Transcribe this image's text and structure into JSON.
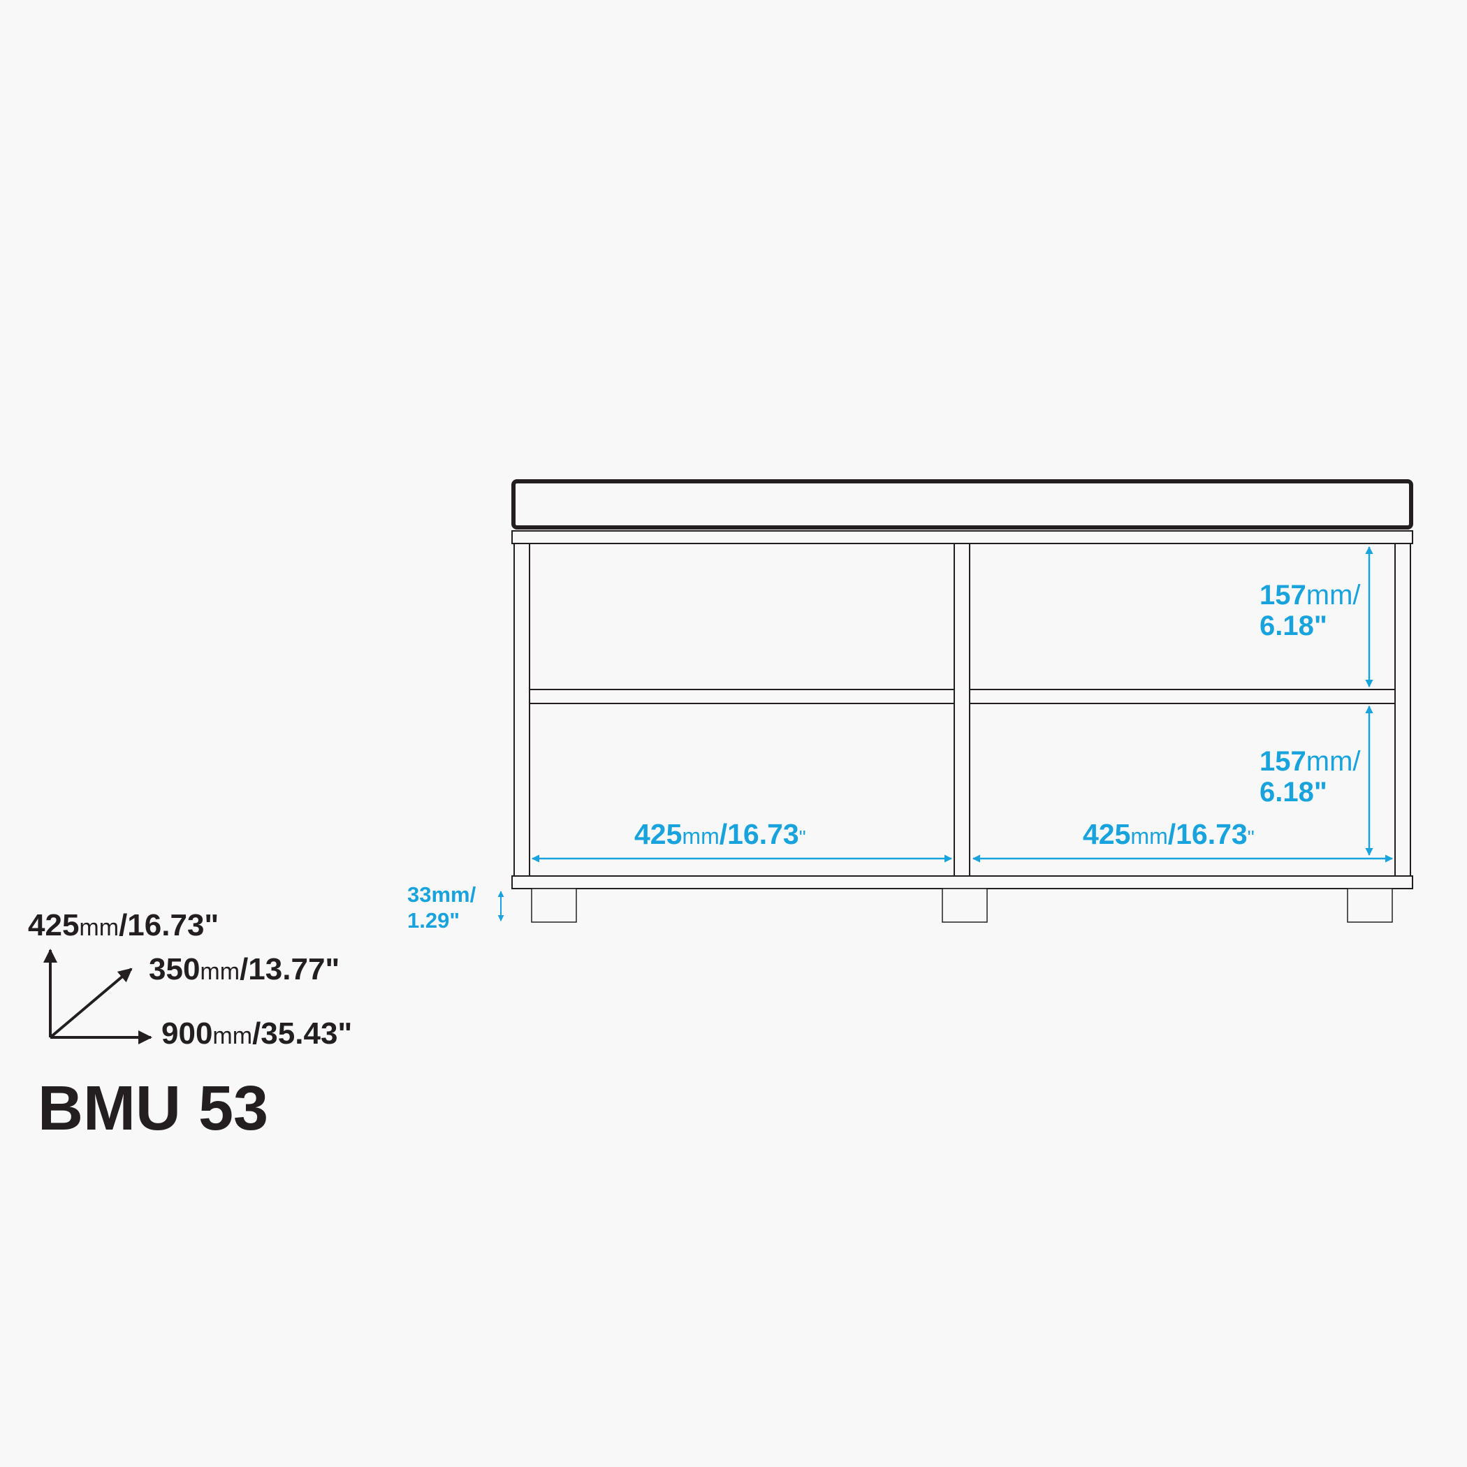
{
  "model": {
    "name": "BMU 53"
  },
  "colors": {
    "background": "#f8f8f8",
    "line": "#231f20",
    "dimension": "#19a3dc"
  },
  "overall_dimensions": {
    "height": {
      "value": "425",
      "unit": "mm",
      "imperial": "/16.73\""
    },
    "depth": {
      "value": "350",
      "unit": "mm",
      "imperial": "/13.77\""
    },
    "width": {
      "value": "900",
      "unit": "mm",
      "imperial": "/35.43\""
    }
  },
  "drawing_dimensions": {
    "upper_shelf_height": {
      "line1_value": "157",
      "line1_unit": "mm/",
      "line2": "6.18\""
    },
    "lower_shelf_height": {
      "line1_value": "157",
      "line1_unit": "mm/",
      "line2": "6.18\""
    },
    "left_compartment_width": {
      "value": "425",
      "unit": "mm",
      "imperial": "/16.73",
      "quote": "\""
    },
    "right_compartment_width": {
      "value": "425",
      "unit": "mm",
      "imperial": "/16.73",
      "quote": "\""
    },
    "leg_height": {
      "line1": "33mm/",
      "line2": "1.29\""
    }
  }
}
